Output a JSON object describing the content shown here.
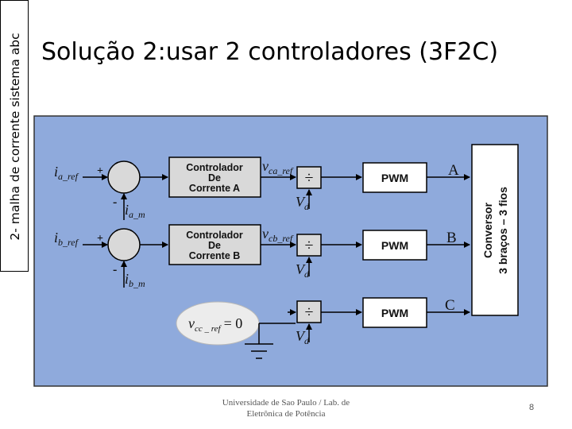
{
  "side_label": "2- malha de corrente sistema abc",
  "title": "Solução 2:usar 2 controladores (3F2C)",
  "footer": {
    "line1": "Universidade de Sao Paulo / Lab. de",
    "line2": "Eletrônica de Potência",
    "page_number": "8"
  },
  "diagram": {
    "colors": {
      "background": "#8faadc",
      "block": "#d9d9d9",
      "line": "#000000"
    },
    "controllers": [
      {
        "line1": "Controlador",
        "line2": "De",
        "line3": "Corrente A",
        "ref_input": "i",
        "ref_input_sub": "a_ref",
        "meas_input": "i",
        "meas_input_sub": "a_m",
        "output": "v",
        "output_sub": "ca_ref"
      },
      {
        "line1": "Controlador",
        "line2": "De",
        "line3": "Corrente B",
        "ref_input": "i",
        "ref_input_sub": "b_ref",
        "meas_input": "i",
        "meas_input_sub": "b_m",
        "output": "v",
        "output_sub": "cb_ref"
      }
    ],
    "plus_sign": "+",
    "minus_sign": "-",
    "divide_symbol": "÷",
    "divisor": "V",
    "divisor_sub": "d",
    "pwm_label": "PWM",
    "phase_labels": [
      "A",
      "B",
      "C"
    ],
    "converter_line1": "Conversor",
    "converter_line2": "3 braços – 3 fios",
    "vcc_var": "v",
    "vcc_sub": "cc _ ref",
    "vcc_eq": "= 0"
  }
}
